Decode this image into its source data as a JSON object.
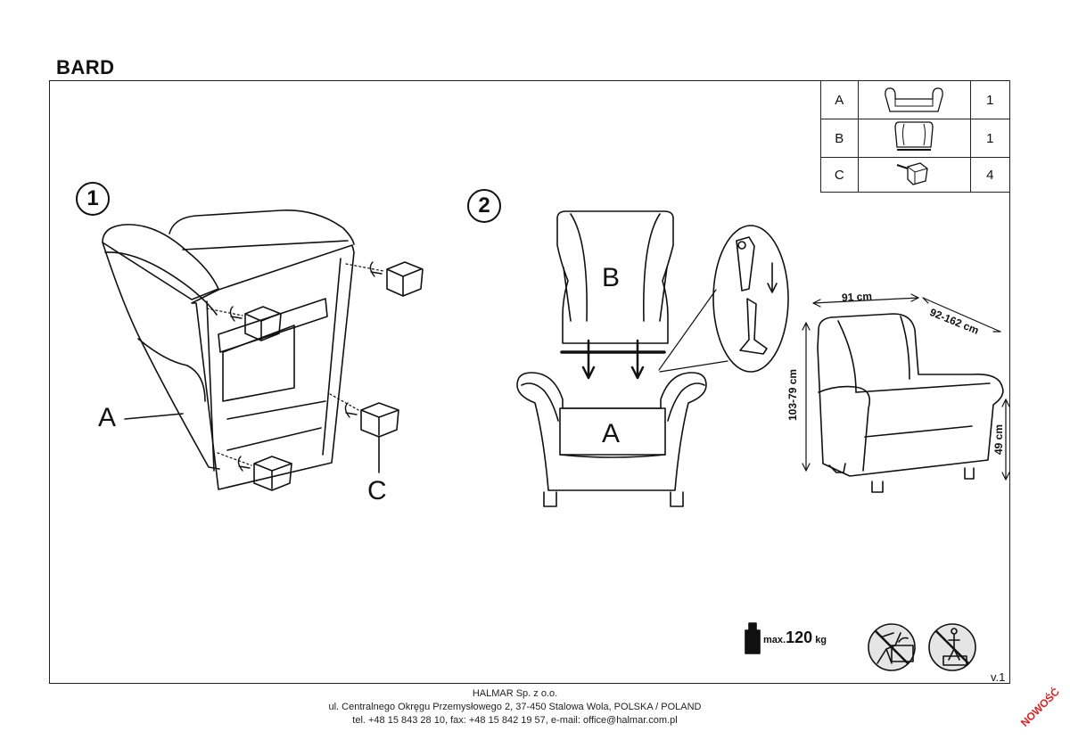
{
  "title": "BARD",
  "parts": [
    {
      "letter": "A",
      "qty": "1",
      "icon": "armchair-base-icon"
    },
    {
      "letter": "B",
      "qty": "1",
      "icon": "backrest-icon"
    },
    {
      "letter": "C",
      "qty": "4",
      "icon": "leg-icon"
    }
  ],
  "steps": {
    "step1": "1",
    "step2": "2"
  },
  "labels": {
    "a1": "A",
    "c1": "C",
    "b2": "B",
    "a2": "A"
  },
  "dimensions": {
    "width": "91 cm",
    "depth": "92-162 cm",
    "height": "103-79 cm",
    "seat": "49 cm"
  },
  "weight": {
    "prefix": "max.",
    "value": "120",
    "unit": "kg"
  },
  "version": "v.1",
  "footer": {
    "company": "HALMAR Sp. z o.o.",
    "address": "ul. Centralnego Okręgu Przemysłowego 2, 37-450 Stalowa Wola, POLSKA / POLAND",
    "contact": "tel. +48 15 843 28 10, fax: +48 15 842 19 57, e-mail: office@halmar.com.pl"
  },
  "badge": "NOWOŚĆ",
  "colors": {
    "line": "#111111",
    "badge": "#e21b1b"
  }
}
